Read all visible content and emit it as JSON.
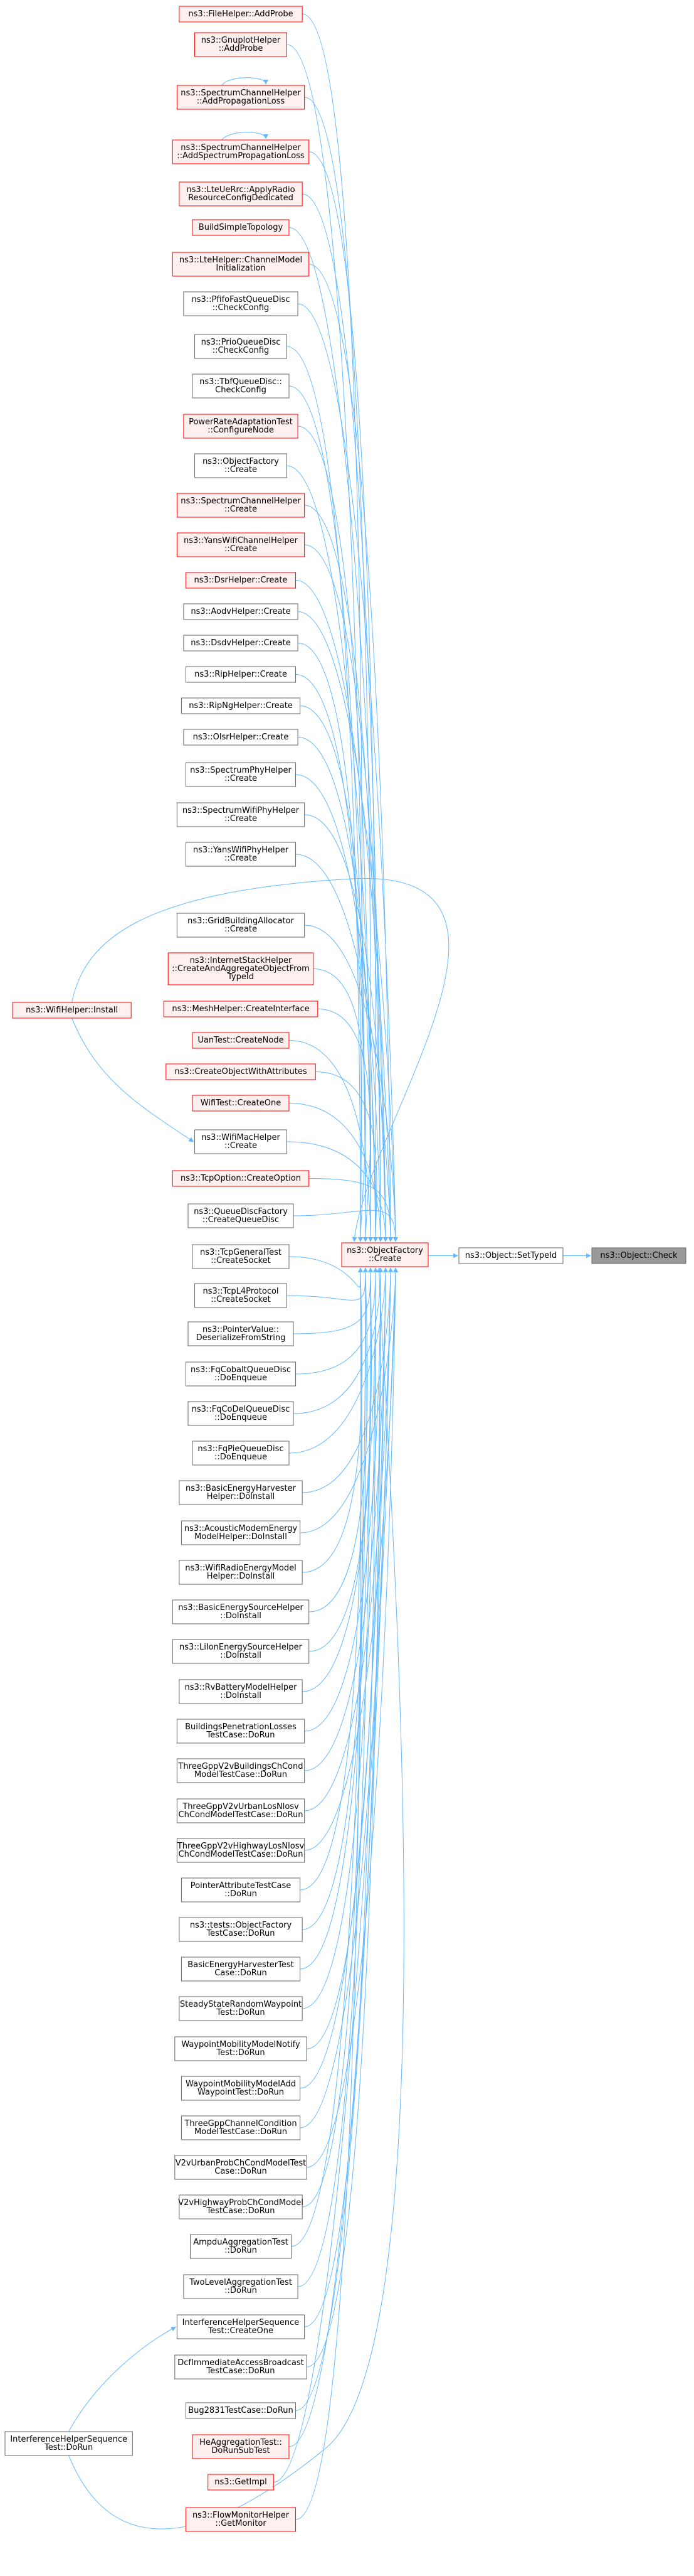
{
  "colors": {
    "edge": "#63b8ff",
    "border_red": "#ff0000",
    "border_gray": "#666666",
    "fill_red": "#fff0f0",
    "fill_white": "#ffffff",
    "focus_fill": "#999999",
    "focus_border": "#666666"
  },
  "focus": {
    "label": [
      "ns3::Object::Check"
    ]
  },
  "mid": {
    "label": [
      "ns3::Object::SetTypeId"
    ]
  },
  "hub": {
    "label": [
      "ns3::ObjectFactory",
      "::Create"
    ]
  },
  "callers": [
    {
      "id": "n0",
      "label": [
        "ns3::FileHelper::AddProbe"
      ],
      "red": true
    },
    {
      "id": "n1",
      "label": [
        "ns3::GnuplotHelper",
        "::AddProbe"
      ],
      "red": true
    },
    {
      "id": "n2",
      "label": [
        "ns3::SpectrumChannelHelper",
        "::AddPropagationLoss"
      ],
      "red": true,
      "selfloop": true
    },
    {
      "id": "n3",
      "label": [
        "ns3::SpectrumChannelHelper",
        "::AddSpectrumPropagationLoss"
      ],
      "red": true,
      "selfloop": true
    },
    {
      "id": "n4",
      "label": [
        "ns3::LteUeRrc::ApplyRadio",
        "ResourceConfigDedicated"
      ],
      "red": true
    },
    {
      "id": "n5",
      "label": [
        "BuildSimpleTopology"
      ],
      "red": true
    },
    {
      "id": "n6",
      "label": [
        "ns3::LteHelper::ChannelModel",
        "Initialization"
      ],
      "red": true
    },
    {
      "id": "n7",
      "label": [
        "ns3::PfifoFastQueueDisc",
        "::CheckConfig"
      ],
      "red": false
    },
    {
      "id": "n8",
      "label": [
        "ns3::PrioQueueDisc",
        "::CheckConfig"
      ],
      "red": false
    },
    {
      "id": "n9",
      "label": [
        "ns3::TbfQueueDisc::",
        "CheckConfig"
      ],
      "red": false
    },
    {
      "id": "n10",
      "label": [
        "PowerRateAdaptationTest",
        "::ConfigureNode"
      ],
      "red": true
    },
    {
      "id": "n11",
      "label": [
        "ns3::ObjectFactory",
        "::Create"
      ],
      "red": false
    },
    {
      "id": "n12",
      "label": [
        "ns3::SpectrumChannelHelper",
        "::Create"
      ],
      "red": true
    },
    {
      "id": "n13",
      "label": [
        "ns3::YansWifiChannelHelper",
        "::Create"
      ],
      "red": true
    },
    {
      "id": "n14",
      "label": [
        "ns3::DsrHelper::Create"
      ],
      "red": true
    },
    {
      "id": "n15",
      "label": [
        "ns3::AodvHelper::Create"
      ],
      "red": false
    },
    {
      "id": "n16",
      "label": [
        "ns3::DsdvHelper::Create"
      ],
      "red": false
    },
    {
      "id": "n17",
      "label": [
        "ns3::RipHelper::Create"
      ],
      "red": false
    },
    {
      "id": "n18",
      "label": [
        "ns3::RipNgHelper::Create"
      ],
      "red": false
    },
    {
      "id": "n19",
      "label": [
        "ns3::OlsrHelper::Create"
      ],
      "red": false
    },
    {
      "id": "n20",
      "label": [
        "ns3::SpectrumPhyHelper",
        "::Create"
      ],
      "red": false
    },
    {
      "id": "n21",
      "label": [
        "ns3::SpectrumWifiPhyHelper",
        "::Create"
      ],
      "red": false
    },
    {
      "id": "n22",
      "label": [
        "ns3::YansWifiPhyHelper",
        "::Create"
      ],
      "red": false
    },
    {
      "id": "n23",
      "label": [
        "ns3::GridBuildingAllocator",
        "::Create"
      ],
      "red": false
    },
    {
      "id": "n24",
      "label": [
        "ns3::InternetStackHelper",
        "::CreateAndAggregateObjectFrom",
        "TypeId"
      ],
      "red": true
    },
    {
      "id": "n25",
      "label": [
        "ns3::MeshHelper::CreateInterface"
      ],
      "red": true
    },
    {
      "id": "n26",
      "label": [
        "UanTest::CreateNode"
      ],
      "red": true
    },
    {
      "id": "n27",
      "label": [
        "ns3::CreateObjectWithAttributes"
      ],
      "red": true
    },
    {
      "id": "n28",
      "label": [
        "WifiTest::CreateOne"
      ],
      "red": true
    },
    {
      "id": "n29",
      "label": [
        "ns3::WifiMacHelper",
        "::Create"
      ],
      "red": false
    },
    {
      "id": "n30",
      "label": [
        "ns3::TcpOption::CreateOption"
      ],
      "red": true
    },
    {
      "id": "n31",
      "label": [
        "ns3::QueueDiscFactory",
        "::CreateQueueDisc"
      ],
      "red": false
    },
    {
      "id": "n32",
      "label": [
        "ns3::TcpGeneralTest",
        "::CreateSocket"
      ],
      "red": false
    },
    {
      "id": "n33",
      "label": [
        "ns3::TcpL4Protocol",
        "::CreateSocket"
      ],
      "red": false
    },
    {
      "id": "n34",
      "label": [
        "ns3::PointerValue::",
        "DeserializeFromString"
      ],
      "red": false
    },
    {
      "id": "n35",
      "label": [
        "ns3::FqCobaltQueueDisc",
        "::DoEnqueue"
      ],
      "red": false
    },
    {
      "id": "n36",
      "label": [
        "ns3::FqCoDelQueueDisc",
        "::DoEnqueue"
      ],
      "red": false
    },
    {
      "id": "n37",
      "label": [
        "ns3::FqPieQueueDisc",
        "::DoEnqueue"
      ],
      "red": false
    },
    {
      "id": "n38",
      "label": [
        "ns3::BasicEnergyHarvester",
        "Helper::DoInstall"
      ],
      "red": false
    },
    {
      "id": "n39",
      "label": [
        "ns3::AcousticModemEnergy",
        "ModelHelper::DoInstall"
      ],
      "red": false
    },
    {
      "id": "n40",
      "label": [
        "ns3::WifiRadioEnergyModel",
        "Helper::DoInstall"
      ],
      "red": false
    },
    {
      "id": "n41",
      "label": [
        "ns3::BasicEnergySourceHelper",
        "::DoInstall"
      ],
      "red": false
    },
    {
      "id": "n42",
      "label": [
        "ns3::LiIonEnergySourceHelper",
        "::DoInstall"
      ],
      "red": false
    },
    {
      "id": "n43",
      "label": [
        "ns3::RvBatteryModelHelper",
        "::DoInstall"
      ],
      "red": false
    },
    {
      "id": "n44",
      "label": [
        "BuildingsPenetrationLosses",
        "TestCase::DoRun"
      ],
      "red": false
    },
    {
      "id": "n45",
      "label": [
        "ThreeGppV2vBuildingsChCond",
        "ModelTestCase::DoRun"
      ],
      "red": false
    },
    {
      "id": "n46",
      "label": [
        "ThreeGppV2vUrbanLosNlosv",
        "ChCondModelTestCase::DoRun"
      ],
      "red": false
    },
    {
      "id": "n47",
      "label": [
        "ThreeGppV2vHighwayLosNlosv",
        "ChCondModelTestCase::DoRun"
      ],
      "red": false
    },
    {
      "id": "n48",
      "label": [
        "PointerAttributeTestCase",
        "::DoRun"
      ],
      "red": false
    },
    {
      "id": "n49",
      "label": [
        "ns3::tests::ObjectFactory",
        "TestCase::DoRun"
      ],
      "red": false
    },
    {
      "id": "n50",
      "label": [
        "BasicEnergyHarvesterTest",
        "Case::DoRun"
      ],
      "red": false
    },
    {
      "id": "n51",
      "label": [
        "SteadyStateRandomWaypoint",
        "Test::DoRun"
      ],
      "red": false
    },
    {
      "id": "n52",
      "label": [
        "WaypointMobilityModelNotify",
        "Test::DoRun"
      ],
      "red": false
    },
    {
      "id": "n53",
      "label": [
        "WaypointMobilityModelAdd",
        "WaypointTest::DoRun"
      ],
      "red": false
    },
    {
      "id": "n54",
      "label": [
        "ThreeGppChannelCondition",
        "ModelTestCase::DoRun"
      ],
      "red": false
    },
    {
      "id": "n55",
      "label": [
        "V2vUrbanProbChCondModelTest",
        "Case::DoRun"
      ],
      "red": false
    },
    {
      "id": "n56",
      "label": [
        "V2vHighwayProbChCondModel",
        "TestCase::DoRun"
      ],
      "red": false
    },
    {
      "id": "n57",
      "label": [
        "AmpduAggregationTest",
        "::DoRun"
      ],
      "red": false
    },
    {
      "id": "n58",
      "label": [
        "TwoLevelAggregationTest",
        "::DoRun"
      ],
      "red": false
    },
    {
      "id": "n59",
      "label": [
        "InterferenceHelperSequence",
        "Test::CreateOne"
      ],
      "red": false
    },
    {
      "id": "n60",
      "label": [
        "DcfImmediateAccessBroadcast",
        "TestCase::DoRun"
      ],
      "red": false
    },
    {
      "id": "n61",
      "label": [
        "Bug2831TestCase::DoRun"
      ],
      "red": false
    },
    {
      "id": "n62",
      "label": [
        "HeAggregationTest::",
        "DoRunSubTest"
      ],
      "red": true
    },
    {
      "id": "n63",
      "label": [
        "ns3::GetImpl"
      ],
      "red": true
    },
    {
      "id": "n64",
      "label": [
        "ns3::FlowMonitorHelper",
        "::GetMonitor"
      ],
      "red": true
    }
  ],
  "left": {
    "wifi_install": {
      "label": [
        "ns3::WifiHelper::Install"
      ]
    },
    "interference_run": {
      "label": [
        "InterferenceHelperSequence",
        "Test::DoRun"
      ]
    }
  }
}
